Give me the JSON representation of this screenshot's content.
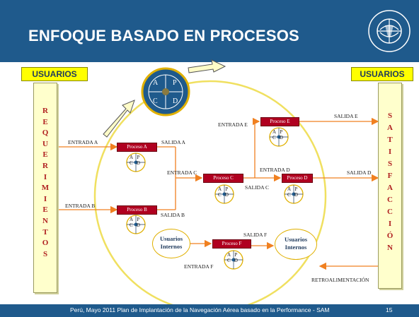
{
  "title": "ENFOQUE BASADO EN PROCESOS",
  "footer": {
    "text": "Perú, Mayo 2011    Plan de Implantación de la Navegación Aérea basado en la Performance - SAM",
    "page": "15"
  },
  "users_left": "USUARIOS",
  "users_right": "USUARIOS",
  "left_bar": [
    "R",
    "E",
    "Q",
    "U",
    "E",
    "R",
    "I",
    "M",
    "I",
    "E",
    "N",
    "T",
    "O",
    "S"
  ],
  "right_bar": [
    "S",
    "A",
    "T",
    "I",
    "S",
    "F",
    "A",
    "C",
    "C",
    "I",
    "Ó",
    "N"
  ],
  "pdca": {
    "a": "A",
    "p": "P",
    "c": "C",
    "d": "D"
  },
  "processes": {
    "a": "Proceso A",
    "b": "Proceso B",
    "c": "Proceso  C",
    "d": "Proceso D",
    "e": "Proceso E",
    "f": "Proceso  F"
  },
  "labels": {
    "entrada_a": "ENTRADA A",
    "salida_a": "SALIDA A",
    "entrada_b": "ENTRADA B",
    "salida_b": "SALIDA B",
    "entrada_c": "ENTRADA C",
    "salida_c": "SALIDA C",
    "entrada_d": "ENTRADA D",
    "salida_d": "SALIDA D",
    "entrada_e": "ENTRADA E",
    "salida_e": "SALIDA E",
    "entrada_f": "ENTRADA F",
    "salida_f": "SALIDA F",
    "retro": "RETROALIMENTACIÓN"
  },
  "internal_users": {
    "left": [
      "Usuarios",
      "Internos"
    ],
    "right": [
      "Usuarios",
      "Internos"
    ]
  },
  "colors": {
    "header": "#1f5a8c",
    "arrow": "#f08020",
    "process": "#b00020",
    "circle": "#f0e060",
    "bar": "#ffffcc"
  }
}
